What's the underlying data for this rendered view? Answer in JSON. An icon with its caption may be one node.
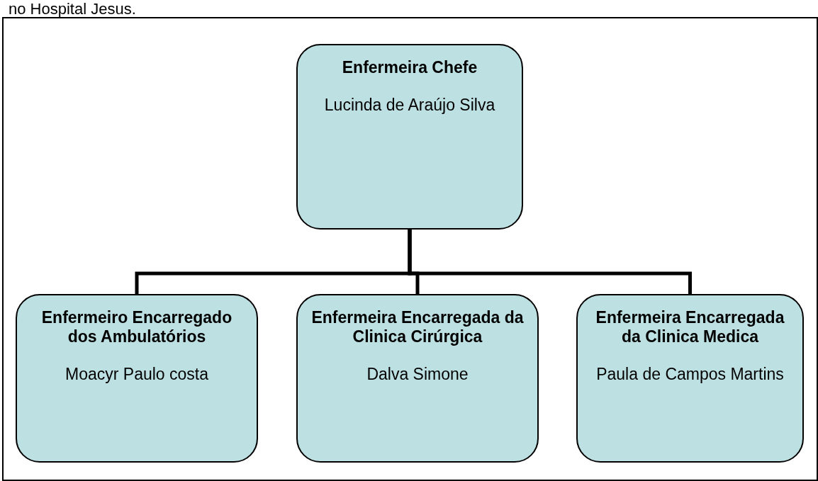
{
  "diagram": {
    "nodes": [
      {
        "text": [
          "Enfermeira Chefe",
          "Lucinda de Araújo Silva"
        ]
      },
      {
        "text": [
          "Enfermeiro Encarregado dos Ambulatórios",
          "Moacyr Paulo costa"
        ]
      },
      {
        "text": [
          "Enfermeira Encarregada da Clinica Cirúrgica",
          "Dalva Simone"
        ]
      },
      {
        "text": [
          "Enfermeira Encarregada da Clinica Medica",
          "Paula de Campos Martins"
        ]
      }
    ],
    "edges": [
      {
        "from": 0,
        "to": 1,
        "arrow": "none"
      },
      {
        "from": 0,
        "to": 2,
        "arrow": "none"
      },
      {
        "from": 0,
        "to": 3,
        "arrow": "none"
      }
    ],
    "labels": [
      "no Hospital Jesus."
    ]
  }
}
